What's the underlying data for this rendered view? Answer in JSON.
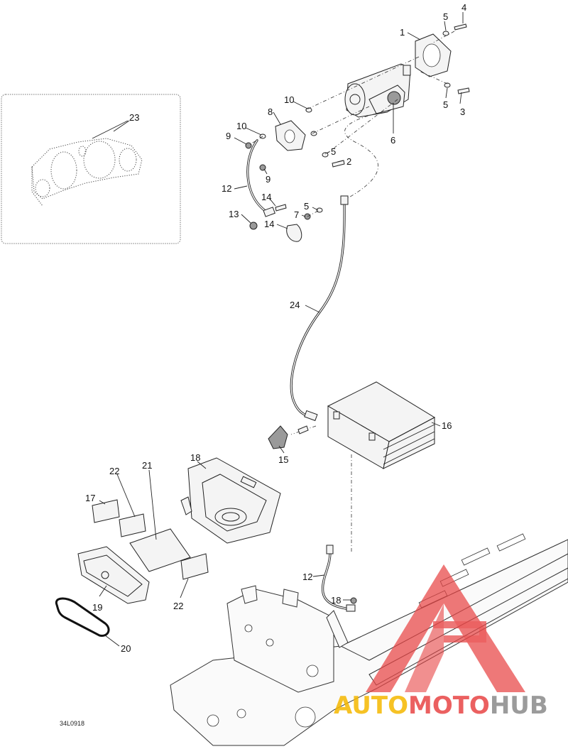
{
  "diagram": {
    "callouts": [
      "1",
      "2",
      "3",
      "4",
      "5",
      "5",
      "5",
      "5",
      "6",
      "7",
      "8",
      "9",
      "9",
      "10",
      "10",
      "12",
      "12",
      "13",
      "14",
      "14",
      "15",
      "16",
      "17",
      "18",
      "18",
      "19",
      "20",
      "21",
      "22",
      "22",
      "23",
      "24"
    ],
    "reference_code": "34L0918"
  },
  "watermark": {
    "word_a": "AUTO",
    "word_b": "MOTO",
    "word_c": "HUB",
    "color_a": "#f5b800",
    "color_b": "#e84545",
    "color_c": "#8a8a8a"
  }
}
